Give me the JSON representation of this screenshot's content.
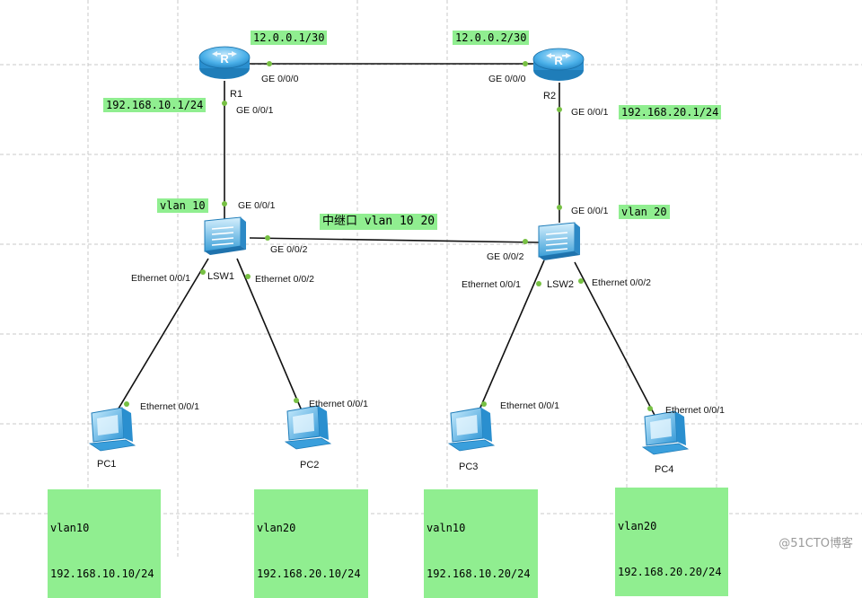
{
  "devices": {
    "r1": "R1",
    "r2": "R2",
    "lsw1": "LSW1",
    "lsw2": "LSW2",
    "pc1": "PC1",
    "pc2": "PC2",
    "pc3": "PC3",
    "pc4": "PC4"
  },
  "ports": {
    "r1_ge000": "GE 0/0/0",
    "r1_ge001": "GE 0/0/1",
    "r2_ge000": "GE 0/0/0",
    "r2_ge001": "GE 0/0/1",
    "lsw1_ge001": "GE 0/0/1",
    "lsw1_ge002": "GE 0/0/2",
    "lsw1_eth001": "Ethernet 0/0/1",
    "lsw1_eth002": "Ethernet 0/0/2",
    "lsw2_ge001": "GE 0/0/1",
    "lsw2_ge002": "GE 0/0/2",
    "lsw2_eth001": "Ethernet 0/0/1",
    "lsw2_eth002": "Ethernet 0/0/2",
    "pc1_eth": "Ethernet 0/0/1",
    "pc2_eth": "Ethernet 0/0/1",
    "pc3_eth": "Ethernet 0/0/1",
    "pc4_eth": "Ethernet 0/0/1"
  },
  "labels": {
    "r1_wan_ip": "12.0.0.1/30",
    "r2_wan_ip": "12.0.0.2/30",
    "r1_lan_ip": "192.168.10.1/24",
    "r2_lan_ip": "192.168.20.1/24",
    "lsw1_vlan": "vlan 10",
    "lsw2_vlan": "vlan 20",
    "trunk": "中继口 vlan 10 20",
    "pc1_vlan": "vlan10",
    "pc1_ip": "192.168.10.10/24",
    "pc2_vlan": "vlan20",
    "pc2_ip": "192.168.20.10/24",
    "pc3_vlan": "valn10",
    "pc3_ip": "192.168.10.20/24",
    "pc4_vlan": "vlan20",
    "pc4_ip": "192.168.20.20/24"
  },
  "watermark": "@51CTO博客",
  "colors": {
    "label_bg": "#90ee90",
    "port_dot": "#77c043",
    "device_blue": "#3aa6e0"
  }
}
